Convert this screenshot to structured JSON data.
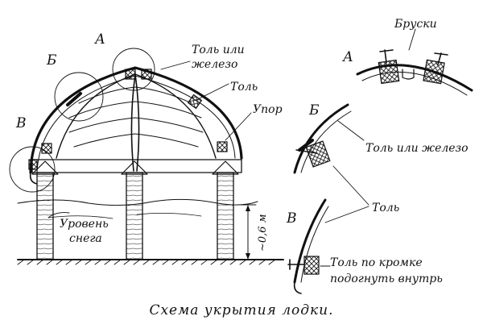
{
  "caption": "Схема укрытия лодки.",
  "labels": {
    "callout_a": "А",
    "callout_b": "Б",
    "callout_v": "В",
    "tol_ili_zhelezo_line1": "Толь или",
    "tol_ili_zhelezo_line2": "железо",
    "tol": "Толь",
    "upor": "Упор",
    "uroven_line1": "Уровень",
    "uroven_line2": "снега",
    "height": "~0,6 м"
  },
  "details": {
    "a": {
      "letter": "А",
      "label": "Бруски"
    },
    "b": {
      "letter": "Б",
      "label": "Толь или железо"
    },
    "v": {
      "letter": "В",
      "label_line1": "Толь по кромке",
      "label_line2": "подогнуть внутрь"
    },
    "shared_label": "Толь"
  },
  "colors": {
    "ink": "#111111",
    "paper": "#ffffff"
  }
}
